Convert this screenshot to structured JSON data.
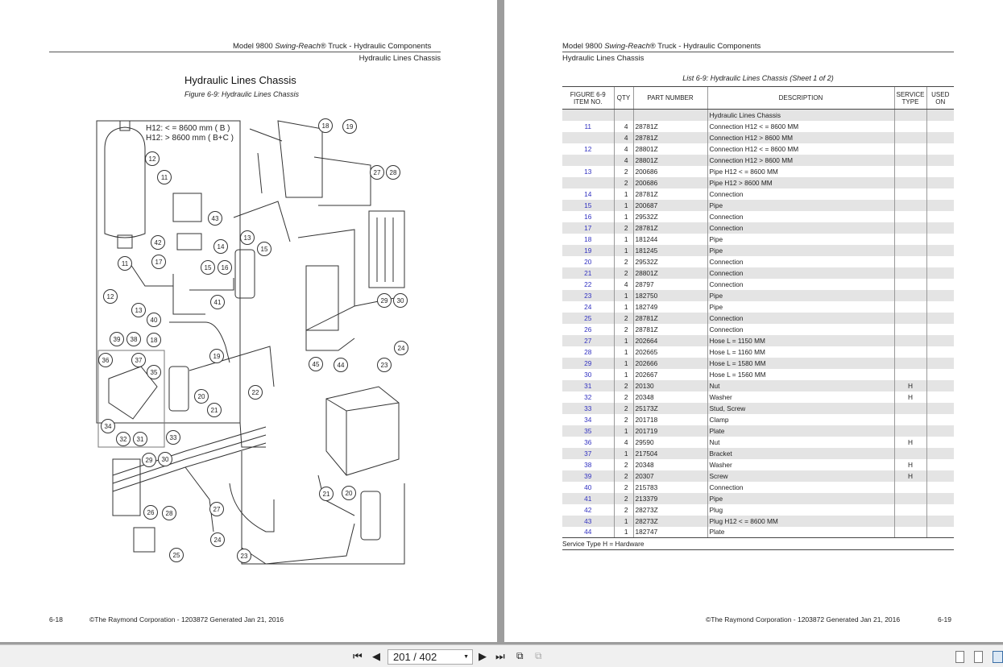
{
  "left_page": {
    "header_model": "Model 9800 ",
    "header_italic": "Swing-Reach",
    "header_rest": "® Truck - Hydraulic Components",
    "header_sub": "Hydraulic Lines Chassis",
    "title": "Hydraulic Lines Chassis",
    "figure_caption": "Figure 6-9: Hydraulic Lines Chassis",
    "legend_line1": "H12: < = 8600 mm ( B )",
    "legend_line2": "H12: > 8600 mm ( B+C )",
    "callouts": [
      "18",
      "19",
      "12",
      "11",
      "27",
      "28",
      "43",
      "42",
      "13",
      "15",
      "14",
      "11",
      "17",
      "15",
      "16",
      "12",
      "41",
      "29",
      "30",
      "13",
      "40",
      "39",
      "38",
      "18",
      "36",
      "37",
      "19",
      "35",
      "24",
      "45",
      "44",
      "23",
      "22",
      "20",
      "21",
      "34",
      "32",
      "31",
      "33",
      "29",
      "30",
      "21",
      "20",
      "26",
      "28",
      "27",
      "24",
      "23",
      "25"
    ],
    "footer_page": "6-18",
    "footer_copyright": "©The Raymond Corporation - 1203872 Generated Jan 21, 2016"
  },
  "right_page": {
    "header_model": "Model 9800 ",
    "header_italic": "Swing-Reach",
    "header_rest": "® Truck - Hydraulic Components",
    "header_sub": "Hydraulic Lines Chassis",
    "list_caption": "List 6-9: Hydraulic Lines Chassis (Sheet 1 of 2)",
    "columns": [
      "FIGURE 6-9 ITEM NO.",
      "QTY",
      "PART NUMBER",
      "DESCRIPTION",
      "SERVICE TYPE",
      "USED ON"
    ],
    "rows": [
      [
        "",
        "",
        "",
        "Hydraulic Lines Chassis",
        "",
        ""
      ],
      [
        "11",
        "4",
        "28781Z",
        "Connection H12 < = 8600 MM",
        "",
        ""
      ],
      [
        "",
        "4",
        "28781Z",
        "Connection H12 > 8600 MM",
        "",
        ""
      ],
      [
        "12",
        "4",
        "28801Z",
        "Connection H12 < = 8600 MM",
        "",
        ""
      ],
      [
        "",
        "4",
        "28801Z",
        "Connection H12 > 8600 MM",
        "",
        ""
      ],
      [
        "13",
        "2",
        "200686",
        "Pipe H12 < = 8600 MM",
        "",
        ""
      ],
      [
        "",
        "2",
        "200686",
        "Pipe H12 > 8600 MM",
        "",
        ""
      ],
      [
        "14",
        "1",
        "28781Z",
        "Connection",
        "",
        ""
      ],
      [
        "15",
        "1",
        "200687",
        "Pipe",
        "",
        ""
      ],
      [
        "16",
        "1",
        "29532Z",
        "Connection",
        "",
        ""
      ],
      [
        "17",
        "2",
        "28781Z",
        "Connection",
        "",
        ""
      ],
      [
        "18",
        "1",
        "181244",
        "Pipe",
        "",
        ""
      ],
      [
        "19",
        "1",
        "181245",
        "Pipe",
        "",
        ""
      ],
      [
        "20",
        "2",
        "29532Z",
        "Connection",
        "",
        ""
      ],
      [
        "21",
        "2",
        "28801Z",
        "Connection",
        "",
        ""
      ],
      [
        "22",
        "4",
        "28797",
        "Connection",
        "",
        ""
      ],
      [
        "23",
        "1",
        "182750",
        "Pipe",
        "",
        ""
      ],
      [
        "24",
        "1",
        "182749",
        "Pipe",
        "",
        ""
      ],
      [
        "25",
        "2",
        "28781Z",
        "Connection",
        "",
        ""
      ],
      [
        "26",
        "2",
        "28781Z",
        "Connection",
        "",
        ""
      ],
      [
        "27",
        "1",
        "202664",
        "Hose   L = 1150 MM",
        "",
        ""
      ],
      [
        "28",
        "1",
        "202665",
        "Hose   L = 1160 MM",
        "",
        ""
      ],
      [
        "29",
        "1",
        "202666",
        "Hose   L = 1580 MM",
        "",
        ""
      ],
      [
        "30",
        "1",
        "202667",
        "Hose   L = 1560 MM",
        "",
        ""
      ],
      [
        "31",
        "2",
        "20130",
        "Nut",
        "H",
        ""
      ],
      [
        "32",
        "2",
        "20348",
        "Washer",
        "H",
        ""
      ],
      [
        "33",
        "2",
        "25173Z",
        "Stud, Screw",
        "",
        ""
      ],
      [
        "34",
        "2",
        "201718",
        "Clamp",
        "",
        ""
      ],
      [
        "35",
        "1",
        "201719",
        "Plate",
        "",
        ""
      ],
      [
        "36",
        "4",
        "29590",
        "Nut",
        "H",
        ""
      ],
      [
        "37",
        "1",
        "217504",
        "Bracket",
        "",
        ""
      ],
      [
        "38",
        "2",
        "20348",
        "Washer",
        "H",
        ""
      ],
      [
        "39",
        "2",
        "20307",
        "Screw",
        "H",
        ""
      ],
      [
        "40",
        "2",
        "215783",
        "Connection",
        "",
        ""
      ],
      [
        "41",
        "2",
        "213379",
        "Pipe",
        "",
        ""
      ],
      [
        "42",
        "2",
        "28273Z",
        "Plug",
        "",
        ""
      ],
      [
        "43",
        "1",
        "28273Z",
        "Plug H12 < = 8600 MM",
        "",
        ""
      ],
      [
        "44",
        "1",
        "182747",
        "Plate",
        "",
        ""
      ]
    ],
    "note": "Service Type H = Hardware",
    "footer_copyright": "©The Raymond Corporation - 1203872 Generated Jan 21, 2016",
    "footer_page": "6-19"
  },
  "toolbar": {
    "page_indicator": "201 / 402"
  }
}
